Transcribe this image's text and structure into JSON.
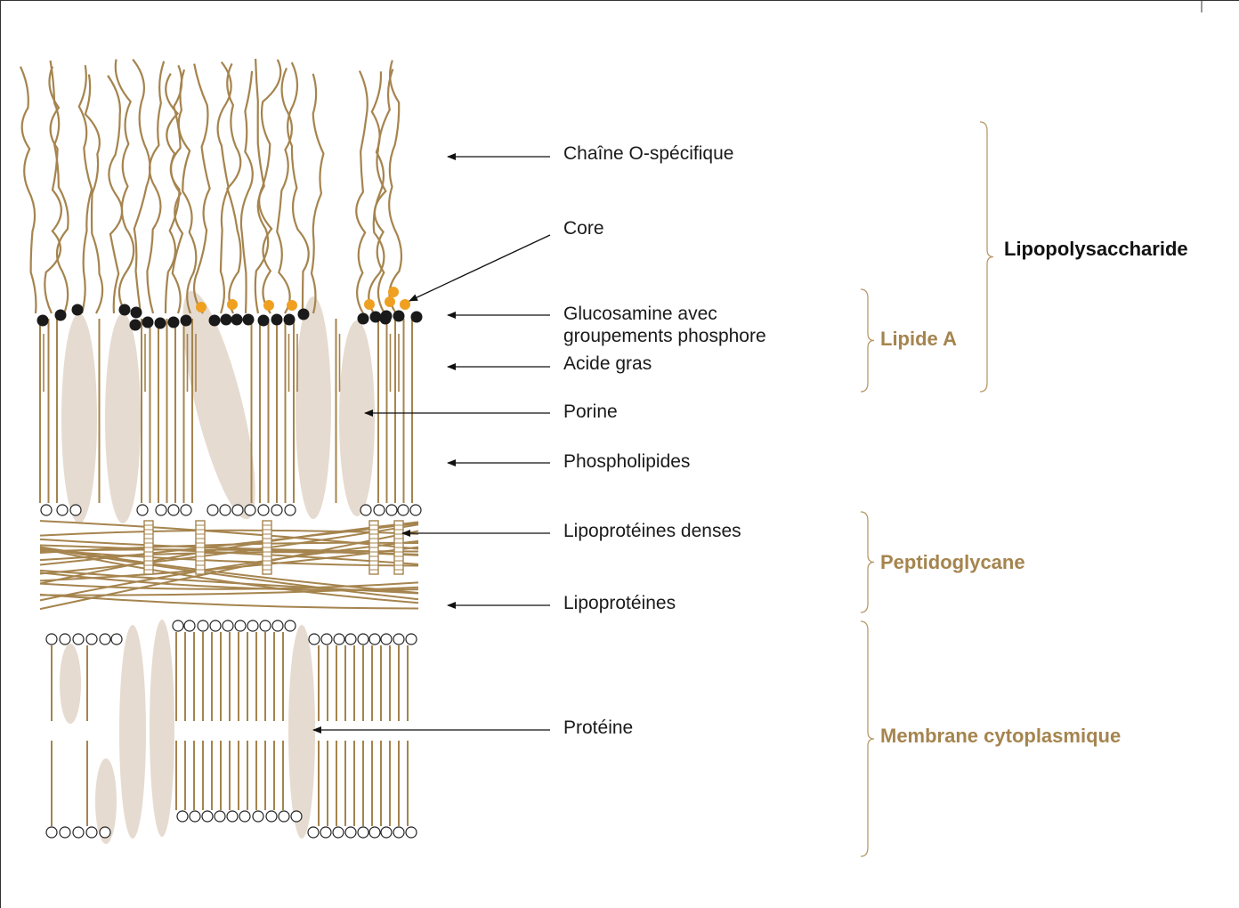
{
  "labels": {
    "chaine": "Chaîne O-spécifique",
    "core": "Core",
    "glucosamine_1": "Glucosamine avec",
    "glucosamine_2": "groupements phosphore",
    "acide": "Acide gras",
    "porine": "Porine",
    "phospholipides": "Phospholipides",
    "lipo_denses": "Lipoprotéines denses",
    "lipoproteines": "Lipoprotéines",
    "proteine": "Protéine"
  },
  "groups": {
    "lps": "Lipopolysaccharide",
    "lipide_a": "Lipide A",
    "peptidoglycane": "Peptidoglycane",
    "membrane": "Membrane cytoplasmique"
  },
  "colors": {
    "fiber": "#a5844e",
    "protein": "#e6dbd0",
    "phosphate": "#1a1a1a",
    "core": "#f0a020",
    "bracket": "#b89a6a",
    "text": "#1a1a1a"
  }
}
